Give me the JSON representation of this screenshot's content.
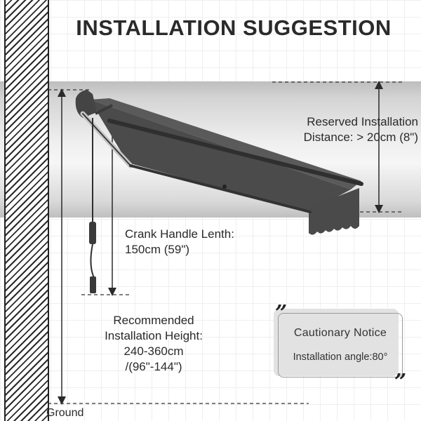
{
  "title": "INSTALLATION SUGGESTION",
  "reserved_distance": {
    "line1": "Reserved Installation",
    "line2": "Distance: > 20cm (8\")"
  },
  "crank_handle": {
    "line1": "Crank Handle Lenth:",
    "line2": "150cm (59\")"
  },
  "recommended_height": {
    "line1": "Recommended",
    "line2": "Installation Height:",
    "line3": "240-360cm",
    "line4": "/(96\"-144\")"
  },
  "ground_label": "Ground",
  "notice": {
    "title": "Cautionary  Notice",
    "angle": "Installation angle:80°",
    "quote_open": "”",
    "quote_close": "”"
  },
  "colors": {
    "awning_fabric": "#565656",
    "frame": "#3a3a3a",
    "arrow": "#2a2a2a"
  }
}
